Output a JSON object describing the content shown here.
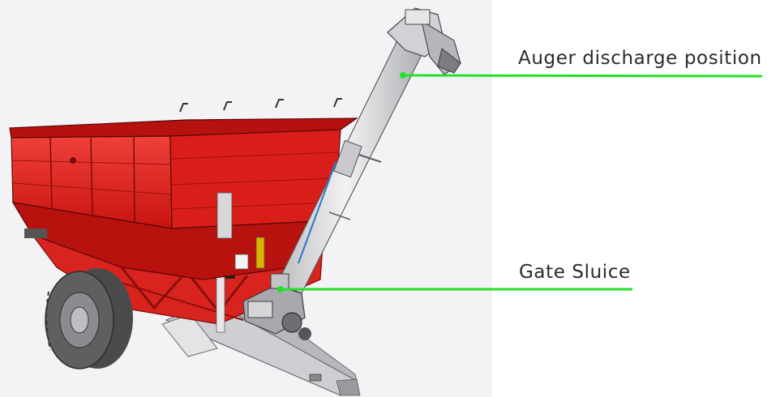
{
  "callouts": [
    {
      "id": "auger-discharge",
      "label": "Auger discharge position"
    },
    {
      "id": "gate-sluice",
      "label": "Gate Sluice"
    }
  ],
  "colors": {
    "body_red": "#e11d1a",
    "body_red_dark": "#a81210",
    "body_red_light": "#f0403a",
    "leader_green": "#22e02a",
    "auger_tube": "#e4e4e6",
    "tire": "#5f5f61",
    "render_background": "#f3f3f5"
  },
  "scene": {
    "subject": "grain cart",
    "components": [
      "hopper-body",
      "auger-tube",
      "auger-spout",
      "gate-sluice",
      "tandem-tires",
      "hitch-tongue"
    ]
  }
}
